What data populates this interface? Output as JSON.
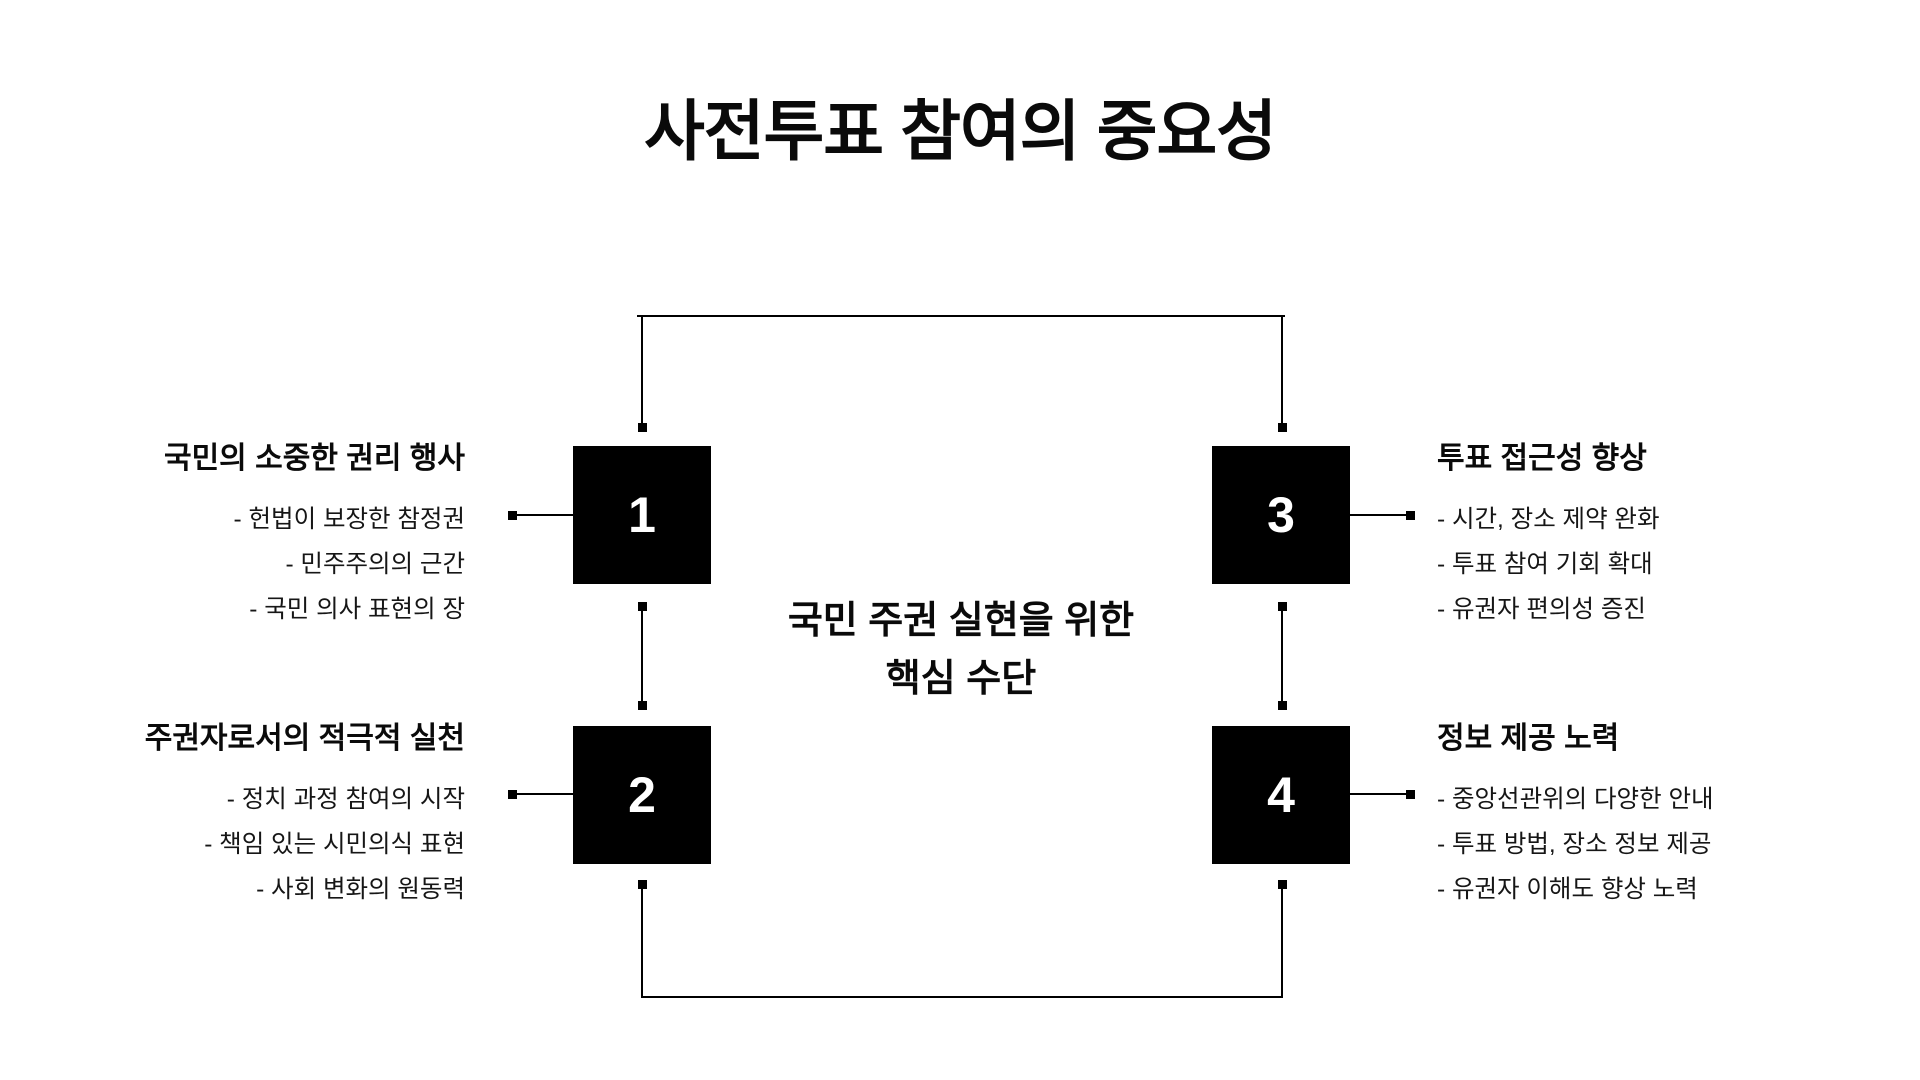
{
  "title": "사전투표 참여의 중요성",
  "center_label": {
    "line1": "국민 주권 실현을 위한",
    "line2": "핵심 수단"
  },
  "items": [
    {
      "number": "1",
      "heading": "국민의 소중한 권리 행사",
      "bullets": [
        "- 헌법이 보장한 참정권",
        "- 민주주의의 근간",
        "- 국민 의사 표현의 장"
      ]
    },
    {
      "number": "2",
      "heading": "주권자로서의 적극적 실천",
      "bullets": [
        "- 정치 과정 참여의 시작",
        "- 책임 있는 시민의식 표현",
        "- 사회 변화의 원동력"
      ]
    },
    {
      "number": "3",
      "heading": "투표 접근성 향상",
      "bullets": [
        "- 시간, 장소 제약 완화",
        "- 투표 참여 기회 확대",
        "- 유권자 편의성 증진"
      ]
    },
    {
      "number": "4",
      "heading": "정보 제공 노력",
      "bullets": [
        "- 중앙선관위의 다양한 안내",
        "- 투표 방법, 장소 정보 제공",
        "- 유권자 이해도 향상 노력"
      ]
    }
  ],
  "colors": {
    "ink": "#000000",
    "background": "#ffffff",
    "box_number_text": "#ffffff"
  }
}
